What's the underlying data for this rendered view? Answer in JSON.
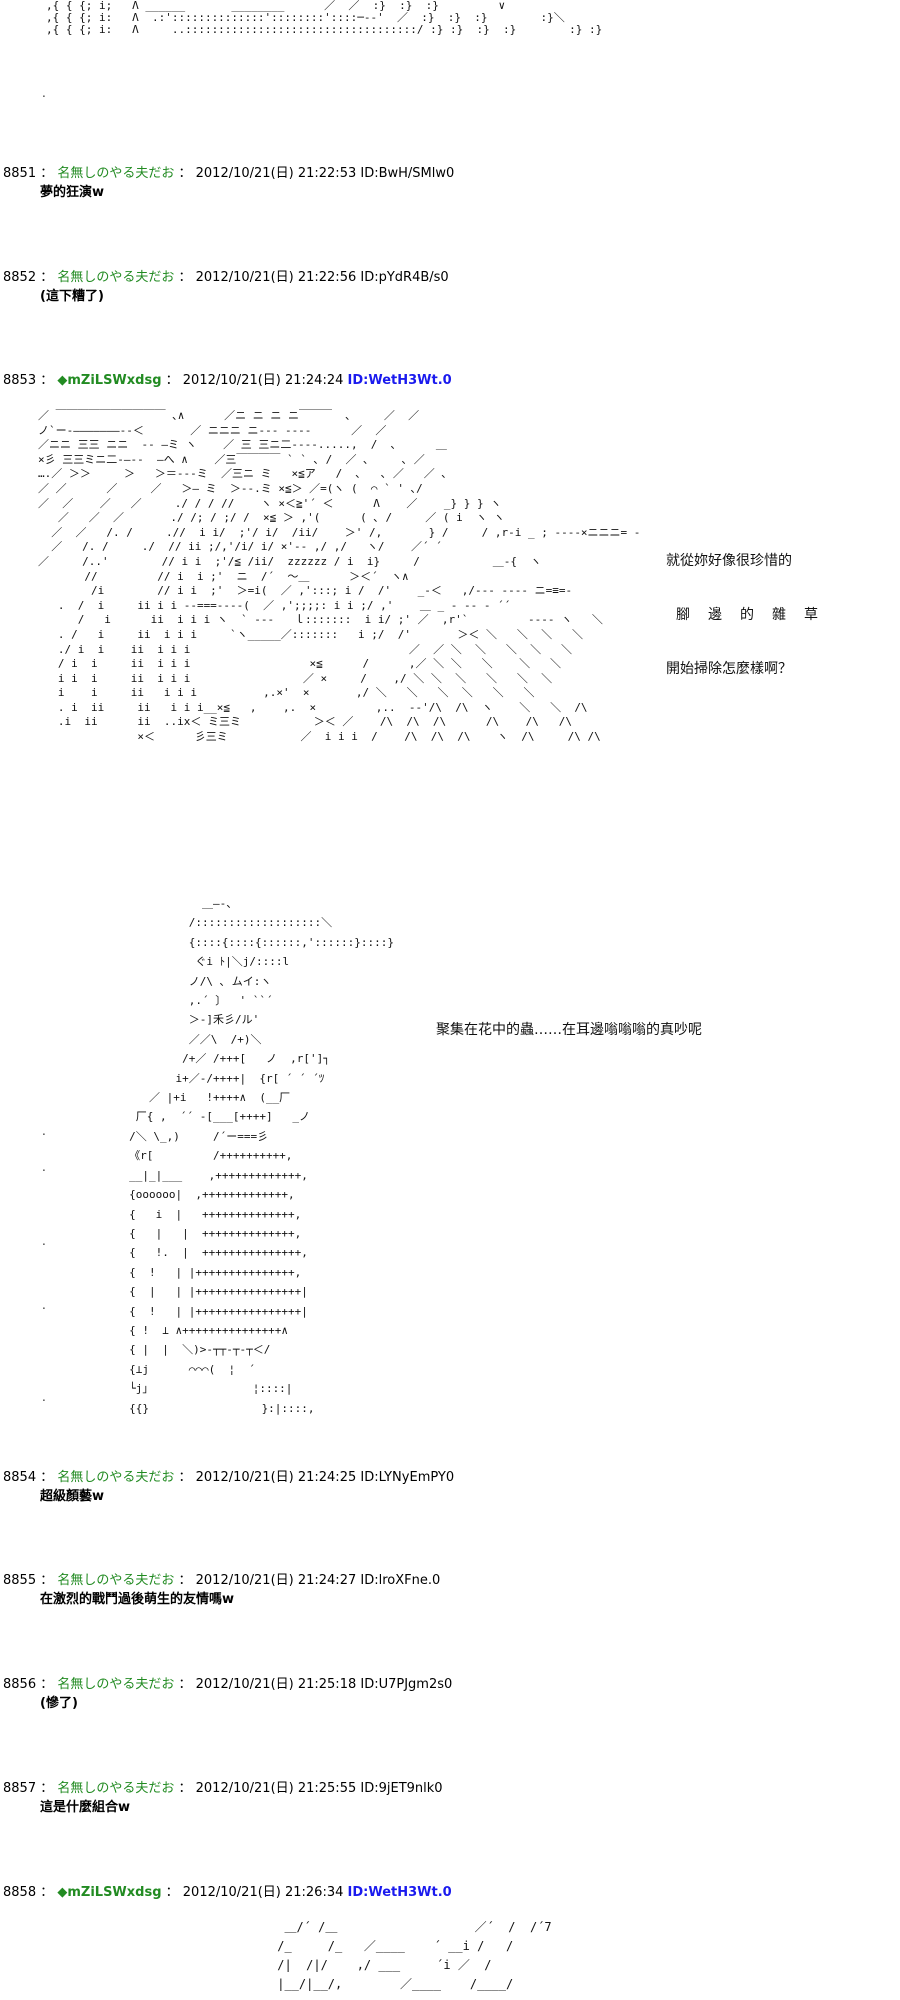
{
  "top_art_lines": [
    ",{ { {; i;   Λ ______       ________      ／  ／  :}  :}  :}         ∨",
    ",{ { {; i:   Λ  .:'::::::::::::::'::::::::'::::─‐‐'  ／  :}  :}  :}        :}＼",
    ",{ { {; i:   Λ     ..:::::::::::::::::::::::::::::::::::/ :} :}  :}  :}        :} :}"
  ],
  "posts": [
    {
      "num": "8851",
      "name": "名無しのやる夫だお",
      "date": "2012/10/21(日) 21:22:53",
      "id": "ID:BwH/SMlw0",
      "body": "夢的狂演w"
    },
    {
      "num": "8852",
      "name": "名無しのやる夫だお",
      "date": "2012/10/21(日) 21:22:56",
      "id": "ID:pYdR4B/s0",
      "body": "(這下糟了)"
    },
    {
      "num": "8853",
      "op_diamond": "◆",
      "trip": "mZiLSWxdsg",
      "date": "2012/10/21(日) 21:24:24",
      "id": "ID:WetH3Wt.0",
      "body": ""
    },
    {
      "num": "8854",
      "name": "名無しのやる夫だお",
      "date": "2012/10/21(日) 21:24:25",
      "id": "ID:LYNyEmPY0",
      "body": "超級顏藝w"
    },
    {
      "num": "8855",
      "name": "名無しのやる夫だお",
      "date": "2012/10/21(日) 21:24:27",
      "id": "ID:lroXFne.0",
      "body": "在激烈的戰鬥過後萌生的友情嗎w"
    },
    {
      "num": "8856",
      "name": "名無しのやる夫だお",
      "date": "2012/10/21(日) 21:25:18",
      "id": "ID:U7PJgm2s0",
      "body": "(慘了)"
    },
    {
      "num": "8857",
      "name": "名無しのやる夫だお",
      "date": "2012/10/21(日) 21:25:55",
      "id": "ID:9jET9nlk0",
      "body": "這是什麼組合w"
    },
    {
      "num": "8858",
      "op_diamond": "◆",
      "trip": "mZiLSWxdsg",
      "date": "2012/10/21(日) 21:26:34",
      "id": "ID:WetH3Wt.0",
      "body": ""
    }
  ],
  "art1_lines": [
    "／ ￣￣￣￣￣￣￣￣￣￣ ､∧      ／ニ ニ ニ ニ￣￣￣  ､     ／  ／",
    "ノ`ー‐―――――――‐-＜       ／ ニニニ ニ--- ----      ／  ／",
    "／ニニ 三三 ニニ  ‐‐ ―ミ ヽ    ／ 三 三ニ二‐‐‐‐.....,  /  ､      ＿",
    "×彡 三三ミニ二‐―‐‐  ―へ ∧    ／三￣￣￣￣ ` ` ､ /  ／ ､     ､ ／",
    "….／ ＞＞     ＞   ＞＝--‐ミ  ／三ニ ミ   ×≦ア   /  ､   ､ ／   ／ ､",
    "／ ／      ／     ／   ＞― ミ  ＞‐‐.ミ ×≦＞ ／=(ヽ (  ⌒ ` ' ､/",
    "／  ／    ／   ／     ./ / / //    ヽ ×＜≧'´ ＜      Λ    ／    _} } } ヽ",
    "   ／   ／  ／       ./ /; / ;/ /  ×≦ ＞ ,'(      ( ､ /     ／ ( i  ヽ ヽ",
    "  ／  ／   /. /     .//  i i/  ;'/ i/  /ii/    ＞' /,       } /     / ,r‐i _ ; ‐‐‐‐×ニニニ= -",
    "  ／   /. /     ./  // ii ;/,'/i/ i/ ×'‐‐ ,/ ,/   ヽ/    ／´ ´",
    "／     /..'        // i i  ;'/≦ /ii/  zzzzzz / i  i}     /           ＿‐{  ヽ",
    "       //         // i  i ;'  ニ  /´  ～＿      ＞＜´  ヽ∧",
    "        /i        // i i  ;'  ＞=i(  ／ ,':::; i /  /'    _‐＜   ,/‐‐‐ ‐‐‐‐ ニ=≡=-",
    "   .  /  i     ii i i ‐-===-‐‐‐(  ／ ,';;;;: i i ;/ ,'    ＿ _ - ‐‐ ‐ ´´",
    "      /   i      ii  i i i ヽ  ` ‐‐‐   ｌ:::::::  i i/ ;' ／  ,r'`         ‐‐‐‐ ヽ   ＼",
    "   . /   i     ii  i i i     `ヽ_____／:::::::   i ;/  /'       ＞＜ ＼   ＼  ＼   ＼",
    "   ./ i  i    ii  i i i                                 ／  ／ ＼  ＼   ＼  ＼   ＼",
    "   / i  i     ii  i i i                  ×≦      /      ,／ ＼ ＼   ＼    ＼   ＼",
    "   i i  i     ii  i i i                 ／ ×     /    ,/ ＼ ＼  ＼   ＼   ＼  ＼",
    "   i    i     ii   i i i          ,.×'  ×       ,/ ＼   ＼   ＼  ＼   ＼   ＼",
    "   . i  ii     ii   i i i__×≦   ,    ,.  ×         ,..  ‐‐'/\\  /\\  ヽ    ＼   ＼  /\\",
    "   .i  ii      ii  ..ix＜ ミ三ミ           ＞＜ ／    /\\  /\\  /\\      /\\    /\\   /\\",
    "               ×＜      彡三ミ           ／  i i i  /    /\\  /\\  /\\    ヽ  /\\     /\\ /\\"
  ],
  "side_text_1": "就從妳好像很珍惜的",
  "side_text_2": "腳　邊　的　雜　草",
  "side_text_3": "開始掃除怎麼樣啊？",
  "art2_lines": [
    "                ＿―‐、",
    "              /:::::::::::::::::::＼",
    "              {::::{::::{::::::,'::::::}::::}",
    "               ぐi ﾄ|＼j/::::l",
    "              ノ/\\ ､ ムイ:ヽ",
    "              ,.´ 〕  ' ``´",
    "              ＞-]禾彡/ル'",
    "              ／／\\  /+)＼",
    "             /+／ /+++[   ノ  ,r[']┐",
    "            i+／‐/++++|  {r[ ´ ´ ´ﾂ",
    "        ／ |+i   !++++∧  (__厂",
    "      厂{ ,  ´´ ‐[___[++++]   _ノ",
    "     /＼ \\_,)     /´ー===彡",
    "     《r[         /++++++++++,",
    "     __|_|___    ,+++++++++++++,",
    "     {oooooo|  ,+++++++++++++,",
    "     {   i  |   ++++++++++++++,",
    "     {   |   |  ++++++++++++++,",
    "     {   !.  |  +++++++++++++++,",
    "     {  !   | |+++++++++++++++,",
    "     {  |   | |++++++++++++++++|",
    "     {  !   | |++++++++++++++++|",
    "     { !  ⊥ ∧+++++++++++++++∧",
    "     { |  |  ＼)>‐┬┬‐┬‐┬＜/",
    "     {⊥j      ⌒⌒⌒(  ¦  ´",
    "     └j」               ¦::::|",
    "     {{}                 }:|::::,"
  ],
  "side_text_4": "聚集在花中的蟲……在耳邊嗡嗡嗡的真吵呢",
  "art3_lines": [
    "  ＿/´ /＿                   ／´  /  /´7",
    " /_     /_   ／____    ´ __i /   /",
    " /|  /|/    ,/ ___     ´i ／  /",
    " |__/|__/,        ／____    /____/"
  ]
}
